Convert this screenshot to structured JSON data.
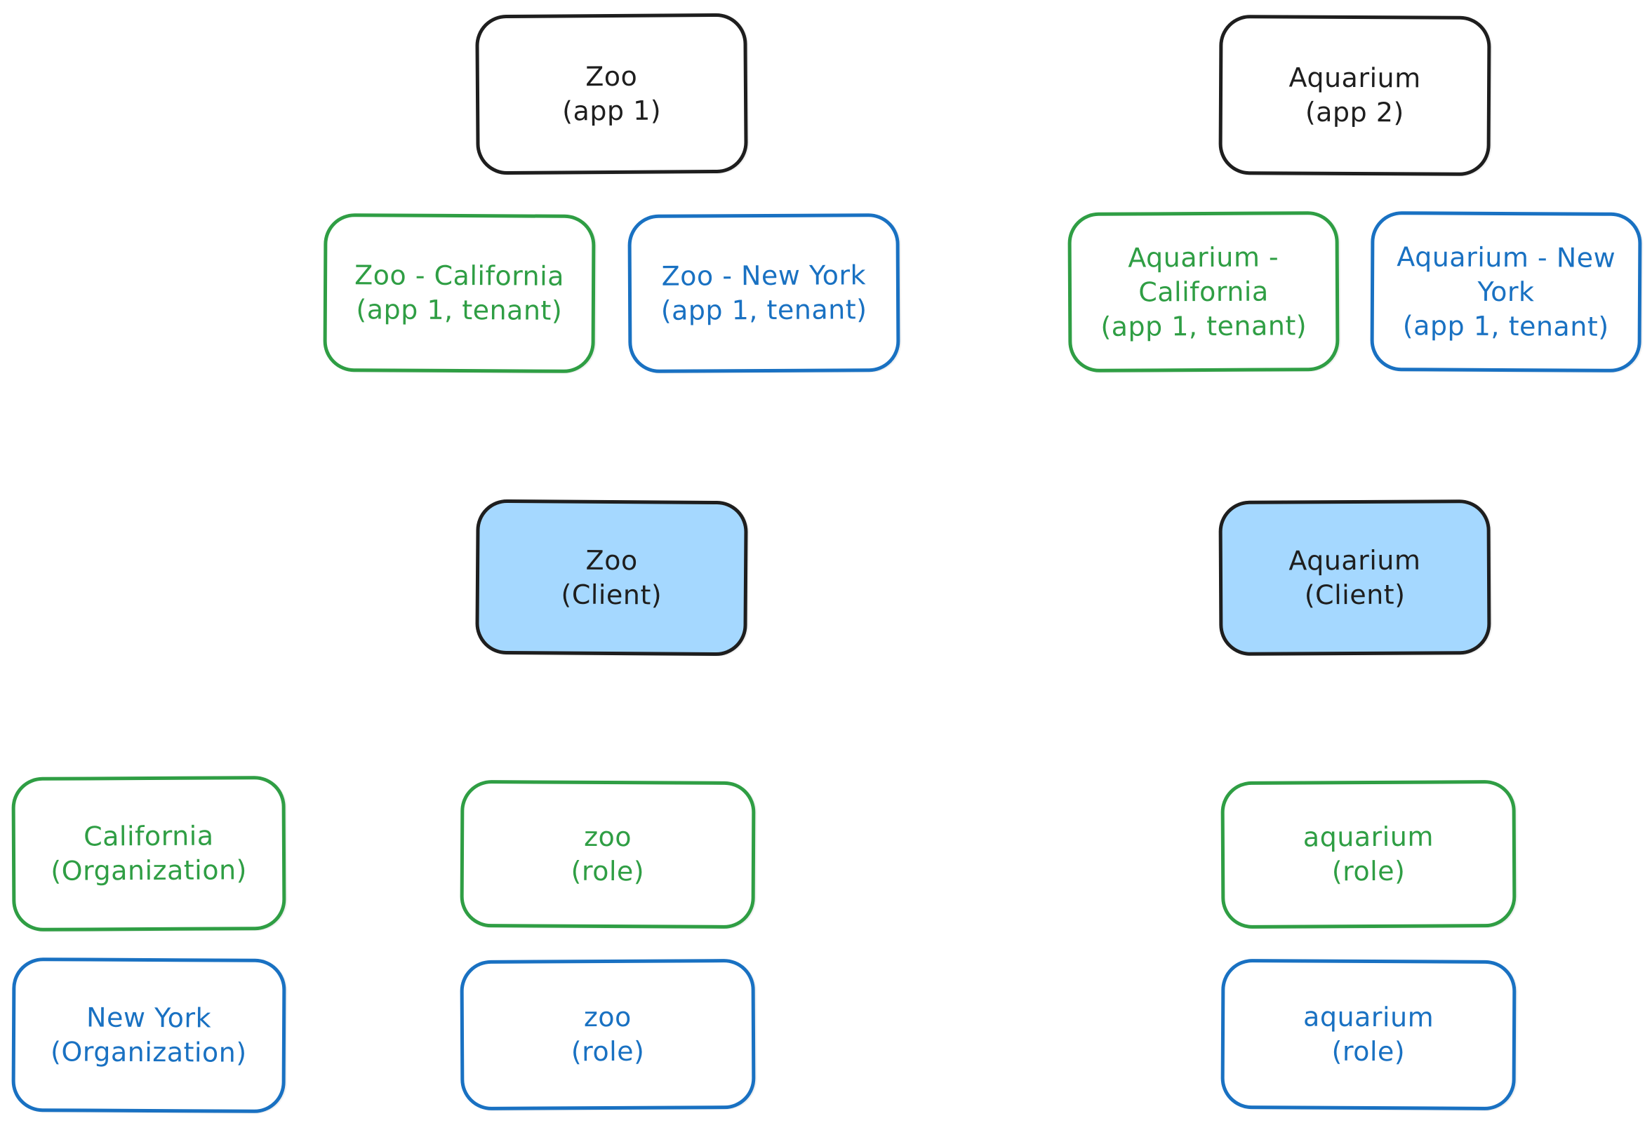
{
  "nodes": {
    "zoo_app": "Zoo\n(app 1)",
    "aquarium_app": "Aquarium\n(app 2)",
    "zoo_california": "Zoo - California\n(app 1, tenant)",
    "zoo_new_york": "Zoo - New York\n(app 1, tenant)",
    "aquarium_california": "Aquarium -\nCalifornia\n(app 1, tenant)",
    "aquarium_new_york": "Aquarium - New\nYork\n(app 1, tenant)",
    "zoo_client": "Zoo\n(Client)",
    "aquarium_client": "Aquarium\n(Client)",
    "california_org": "California\n(Organization)",
    "new_york_org": "New York\n(Organization)",
    "zoo_role_green": "zoo\n(role)",
    "zoo_role_blue": "zoo\n(role)",
    "aquarium_role_green": "aquarium\n(role)",
    "aquarium_role_blue": "aquarium\n(role)"
  },
  "colors": {
    "black": "#1e1e1e",
    "green": "#2f9e44",
    "blue": "#1971c2",
    "client_fill": "#a5d8ff"
  }
}
